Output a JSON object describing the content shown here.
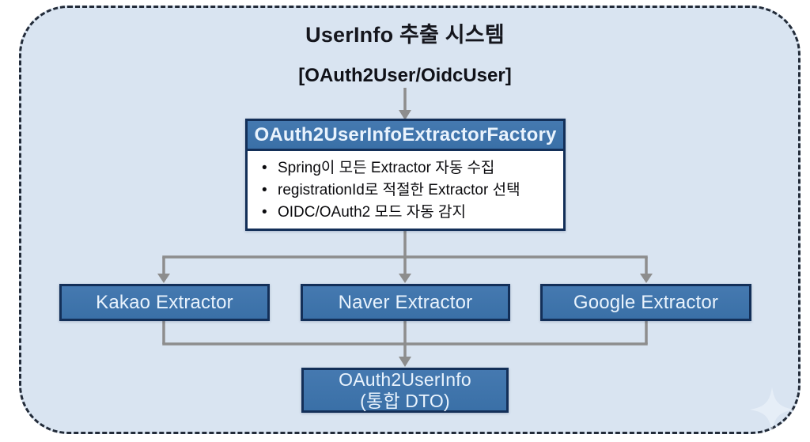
{
  "diagram": {
    "title": "UserInfo 추출 시스템",
    "input_label": "[OAuth2User/OidcUser]",
    "factory": {
      "title": "OAuth2UserInfoExtractorFactory",
      "bullets": [
        "Spring이 모든 Extractor 자동 수집",
        "registrationId로 적절한 Extractor 선택",
        "OIDC/OAuth2 모드 자동 감지"
      ]
    },
    "extractors": [
      {
        "label": "Kakao Extractor"
      },
      {
        "label": "Naver Extractor"
      },
      {
        "label": "Google Extractor"
      }
    ],
    "result": {
      "line1": "OAuth2UserInfo",
      "line2": "(통합 DTO)"
    },
    "colors": {
      "canvas_bg": "#d9e4f1",
      "node_fill": "#3a70a7",
      "node_border": "#132f58",
      "node_text": "#e9f3fd",
      "connector_gray": "#8d8d8d",
      "dashed_border": "#222b39",
      "title_text": "#15161d"
    }
  }
}
